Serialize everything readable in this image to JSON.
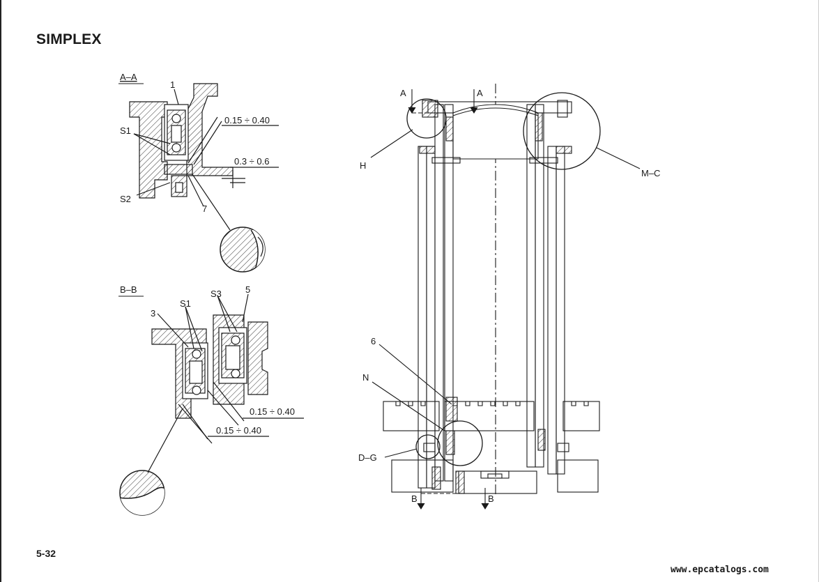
{
  "page": {
    "title": "SIMPLEX",
    "page_number": "5-32",
    "watermark": "www.epcatalogs.com"
  },
  "section_aa": {
    "label": "A–A",
    "callout_1": "1",
    "callout_s1": "S1",
    "callout_s2": "S2",
    "callout_7": "7",
    "dim_1": "0.15 ÷ 0.40",
    "dim_2": "0.3 ÷ 0.6"
  },
  "section_bb": {
    "label": "B–B",
    "callout_3": "3",
    "callout_s1": "S1",
    "callout_s3": "S3",
    "callout_5": "5",
    "dim_1": "0.15 ÷ 0.40",
    "dim_2": "0.15 ÷ 0.40"
  },
  "mast_view": {
    "label_a_left": "A",
    "label_a_right": "A",
    "label_h": "H",
    "label_mc": "M–C",
    "label_6": "6",
    "label_n": "N",
    "label_dg": "D–G",
    "label_b_left": "B",
    "label_b_right": "B"
  },
  "colors": {
    "ink": "#1a1a1a",
    "hatch": "#333333",
    "background": "#ffffff"
  }
}
